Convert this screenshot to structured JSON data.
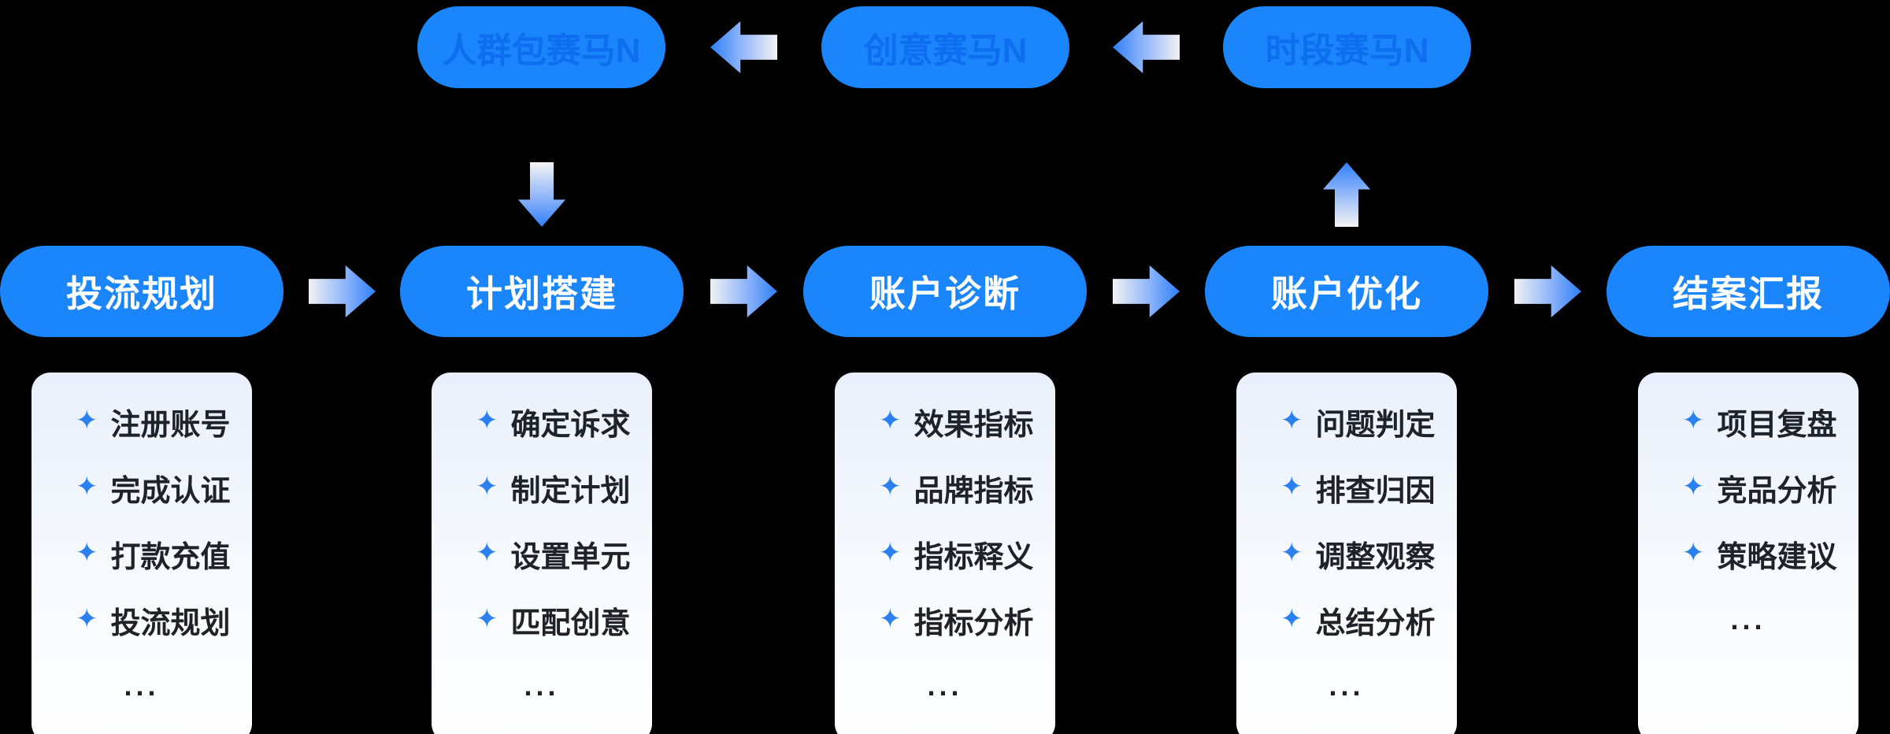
{
  "colors": {
    "background": "#000000",
    "pill_blue": "#1b86fb",
    "pill_text_white": "#ffffff",
    "top_pill_text_blue": "#0d6ef0",
    "arrow_blue": "#2e7ff7",
    "arrow_light": "#f2f2f3",
    "bullet_blue": "#2b80ef",
    "card_text": "#1f2329",
    "card_gradient_top": "#e9f0fb",
    "card_gradient_bottom": "#ffffff"
  },
  "glyphs": {
    "bullet": "✦"
  },
  "top_row": {
    "pills": [
      {
        "label": "人群包赛马N"
      },
      {
        "label": "创意赛马N"
      },
      {
        "label": "时段赛马N"
      }
    ]
  },
  "stages": [
    {
      "label": "投流规划",
      "items": [
        "注册账号",
        "完成认证",
        "打款充值",
        "投流规划"
      ],
      "more": "..."
    },
    {
      "label": "计划搭建",
      "items": [
        "确定诉求",
        "制定计划",
        "设置单元",
        "匹配创意"
      ],
      "more": "..."
    },
    {
      "label": "账户诊断",
      "items": [
        "效果指标",
        "品牌指标",
        "指标释义",
        "指标分析"
      ],
      "more": "..."
    },
    {
      "label": "账户优化",
      "items": [
        "问题判定",
        "排查归因",
        "调整观察",
        "总结分析"
      ],
      "more": "..."
    },
    {
      "label": "结案汇报",
      "items": [
        "项目复盘",
        "竞品分析",
        "策略建议"
      ],
      "more": "..."
    }
  ]
}
